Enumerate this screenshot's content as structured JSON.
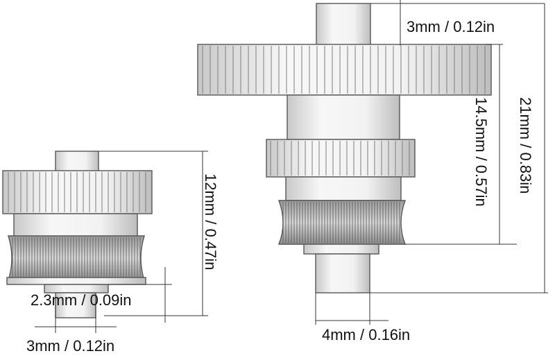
{
  "left_gear": {
    "height_label": "12mm / 0.47in",
    "step_label": "2.3mm / 0.09in",
    "shaft_label": "3mm / 0.12in"
  },
  "right_gear": {
    "top_shaft_label": "3mm / 0.12in",
    "total_label": "21mm / 0.83in",
    "mid_label": "14.5mm / 0.57in",
    "bottom_shaft_label": "4mm / 0.16in"
  },
  "colors": {
    "line": "#333333",
    "metal_light": "#f4f4f4",
    "metal_mid": "#d9d9d9",
    "metal_dark": "#8a8a8a"
  }
}
